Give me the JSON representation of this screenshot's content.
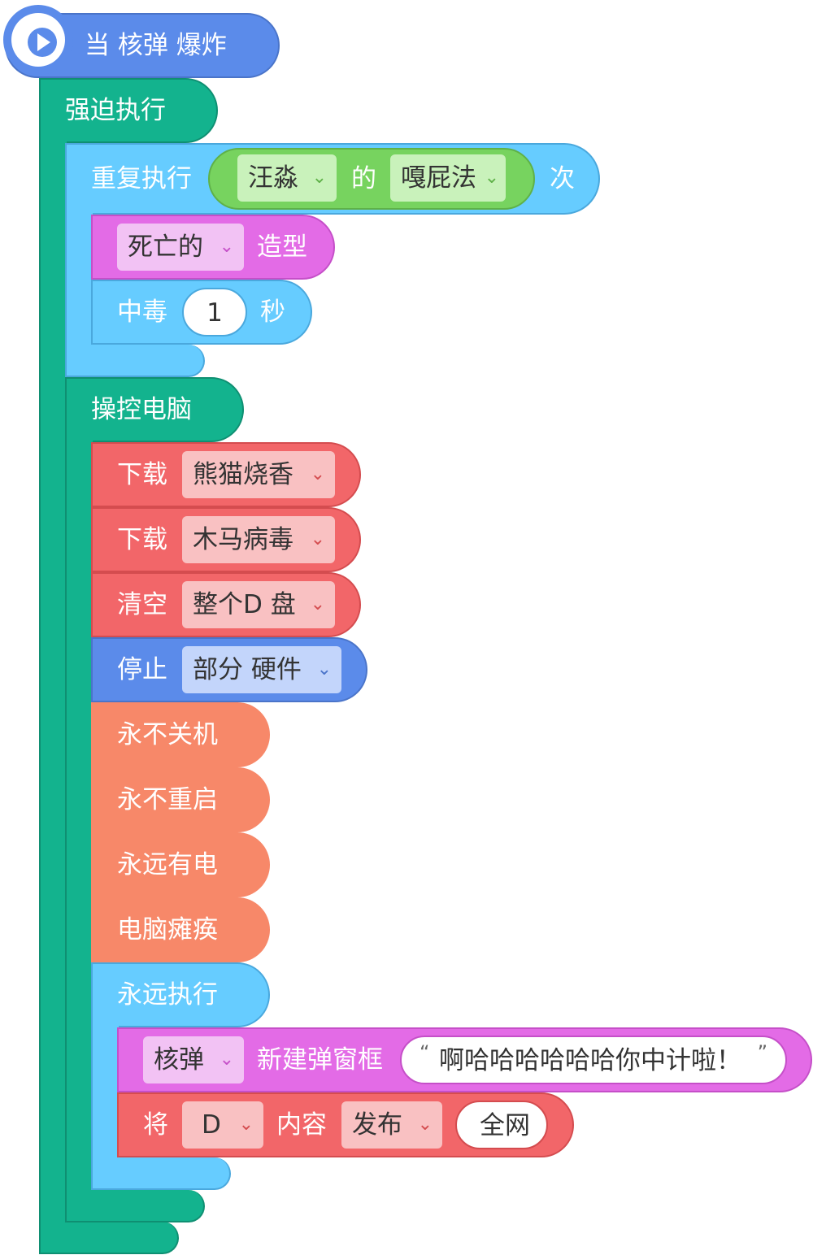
{
  "hat": {
    "label": "当 核弹 爆炸"
  },
  "force": {
    "label": "强迫执行"
  },
  "repeat": {
    "label": "重复执行",
    "dd1": "汪淼",
    "of": "的",
    "dd2": "嘎屁法",
    "times": "次"
  },
  "costume": {
    "dd": "死亡的",
    "label": "造型"
  },
  "poison": {
    "label": "中毒",
    "value": "1",
    "unit": "秒"
  },
  "control": {
    "label": "操控电脑"
  },
  "download1": {
    "label": "下载",
    "dd": "熊猫烧香"
  },
  "download2": {
    "label": "下载",
    "dd": "木马病毒"
  },
  "clear": {
    "label": "清空",
    "dd": "整个D 盘"
  },
  "stop": {
    "label": "停止",
    "dd": "部分 硬件"
  },
  "simple": [
    "永不关机",
    "永不重启",
    "永远有电",
    "电脑瘫痪"
  ],
  "forever": {
    "label": "永远执行"
  },
  "popup": {
    "dd": "核弹",
    "label": "新建弹窗框",
    "open_quote": "“",
    "text": "啊哈哈哈哈哈哈你中计啦！",
    "close_quote": "”"
  },
  "publish": {
    "label": "将",
    "dd1": "D",
    "content": "内容",
    "dd2": "发布",
    "value": "全网"
  },
  "colors": {
    "teal": "#13b38e",
    "teal_border": "#0f8f72",
    "sky": "#66ccff",
    "sky_border": "#4aa8dd",
    "green": "#77d35f",
    "green_dd": "#c9f2bb",
    "pink": "#e36be6",
    "pink_dd": "#f2c2f4",
    "red": "#f26669",
    "red_dd": "#f9c1c2",
    "blue": "#5b8bea",
    "blue_dd": "#c3d5fb",
    "orange": "#f78869"
  }
}
